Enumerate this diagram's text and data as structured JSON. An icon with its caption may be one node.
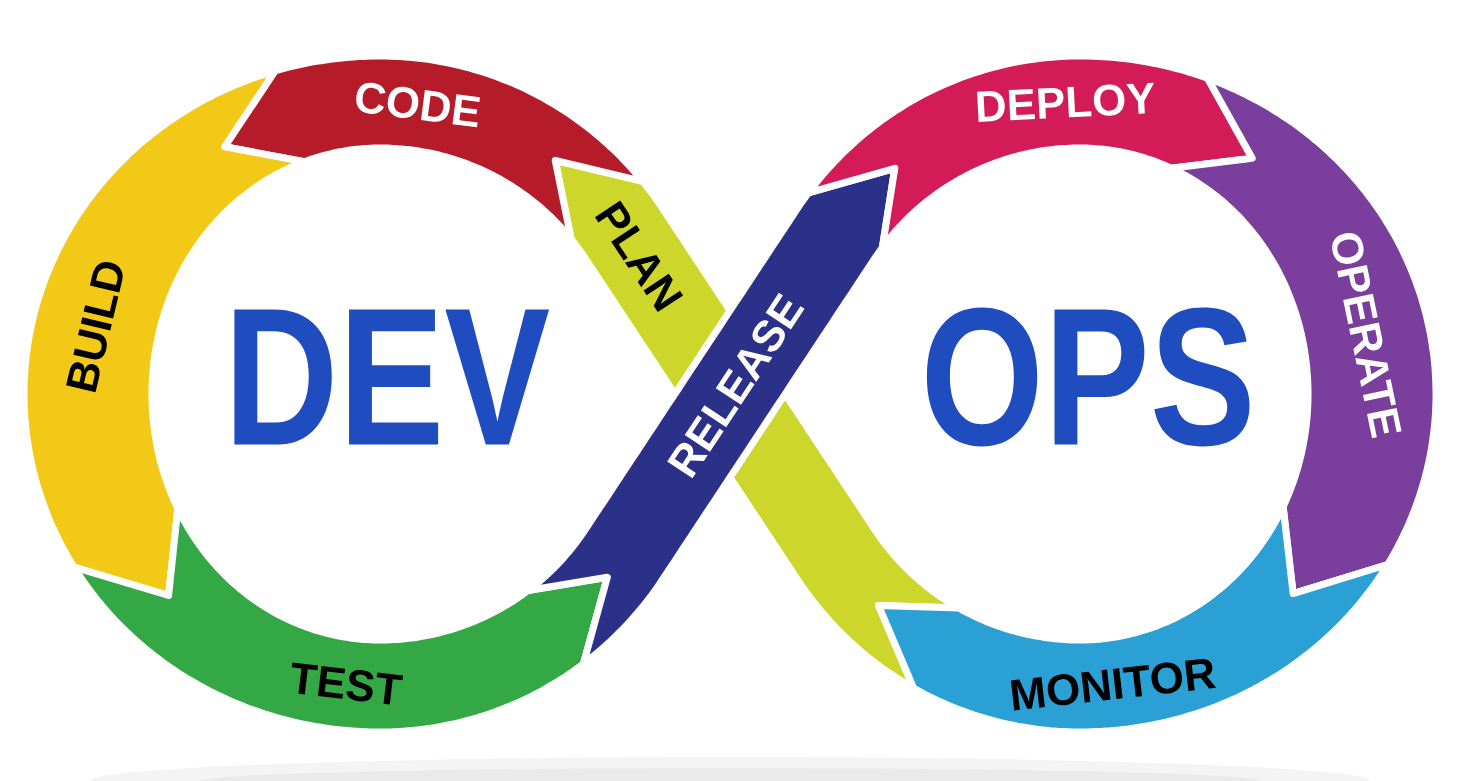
{
  "diagram": {
    "nodes": [
      {
        "text": [
          "PLAN"
        ]
      },
      {
        "text": [
          "CODE"
        ]
      },
      {
        "text": [
          "BUILD"
        ]
      },
      {
        "text": [
          "TEST"
        ]
      },
      {
        "text": [
          "RELEASE"
        ]
      },
      {
        "text": [
          "DEPLOY"
        ]
      },
      {
        "text": [
          "OPERATE"
        ]
      },
      {
        "text": [
          "MONITOR"
        ]
      }
    ],
    "labels": [
      "DEV",
      "OPS"
    ]
  }
}
